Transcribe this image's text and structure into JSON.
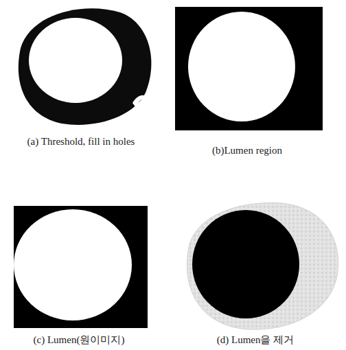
{
  "diagram": {
    "labels": [
      "(a) Threshold, fill in holes",
      "(b)Lumen region",
      "(c) Lumen(원이미지)",
      "(d) Lumen을 제거"
    ]
  }
}
